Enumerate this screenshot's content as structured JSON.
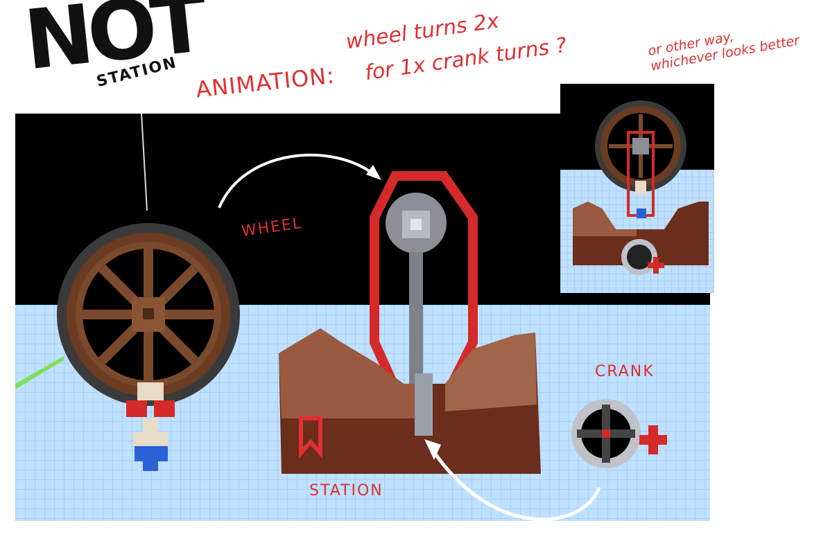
{
  "title": {
    "not": "NOT",
    "station": "STATION"
  },
  "notes": {
    "animation_label": "ANIMATION:",
    "line1": "wheel turns 2x",
    "line2": "for 1x crank turns ?",
    "side_note": "or other way, whichever looks better"
  },
  "labels": {
    "wheel": "WHEEL",
    "crank": "CRANK",
    "station": "STATION"
  }
}
